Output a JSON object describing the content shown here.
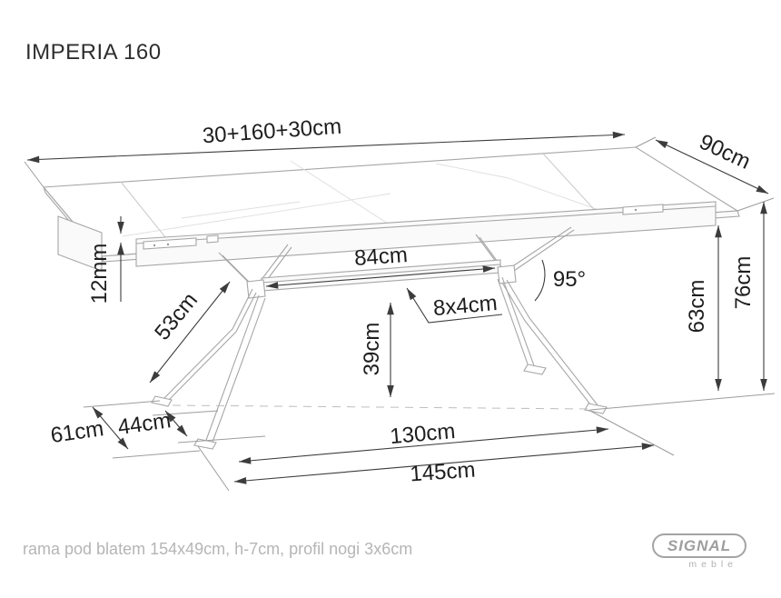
{
  "title": "IMPERIA 160",
  "drawing": {
    "subject": "extendable-table-dimension-drawing",
    "dimensions": {
      "top_width": "30+160+30cm",
      "top_depth": "90cm",
      "top_thickness": "12mm",
      "leg_length": "53cm",
      "crossbar_length": "84cm",
      "crossbar_profile": "8x4cm",
      "leg_angle": "95°",
      "underframe_clearance": "39cm",
      "frame_bottom_height": "63cm",
      "table_height": "76cm",
      "base_depth_outer": "61cm",
      "base_depth_inner": "44cm",
      "base_span_inner": "130cm",
      "base_span_outer": "145cm"
    },
    "colors": {
      "furniture_line": "#a6a6a6",
      "dimension_line": "#3c3c3c",
      "label_text": "#1e1e1e",
      "muted_text": "#b5b5b5"
    }
  },
  "footer": {
    "note": "rama pod blatem 154x49cm, h-7cm, profil nogi 3x6cm",
    "logo": {
      "brand": "SIGNAL",
      "tagline": "meble"
    }
  }
}
